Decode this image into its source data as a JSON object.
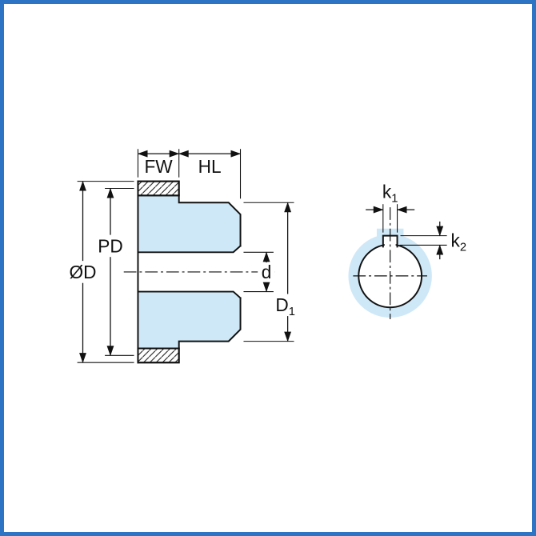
{
  "drawing": {
    "title": "gear-dimension-drawing",
    "colors": {
      "border": "#2e74c4",
      "part_fill": "#cfe8f7",
      "line": "#111111"
    },
    "labels": {
      "fw": "FW",
      "hl": "HL",
      "pd": "PD",
      "od": "ØD",
      "d": "d",
      "d1": {
        "base": "D",
        "sub": "1"
      },
      "k1": {
        "base": "k",
        "sub": "1"
      },
      "k2": {
        "base": "k",
        "sub": "2"
      }
    }
  }
}
